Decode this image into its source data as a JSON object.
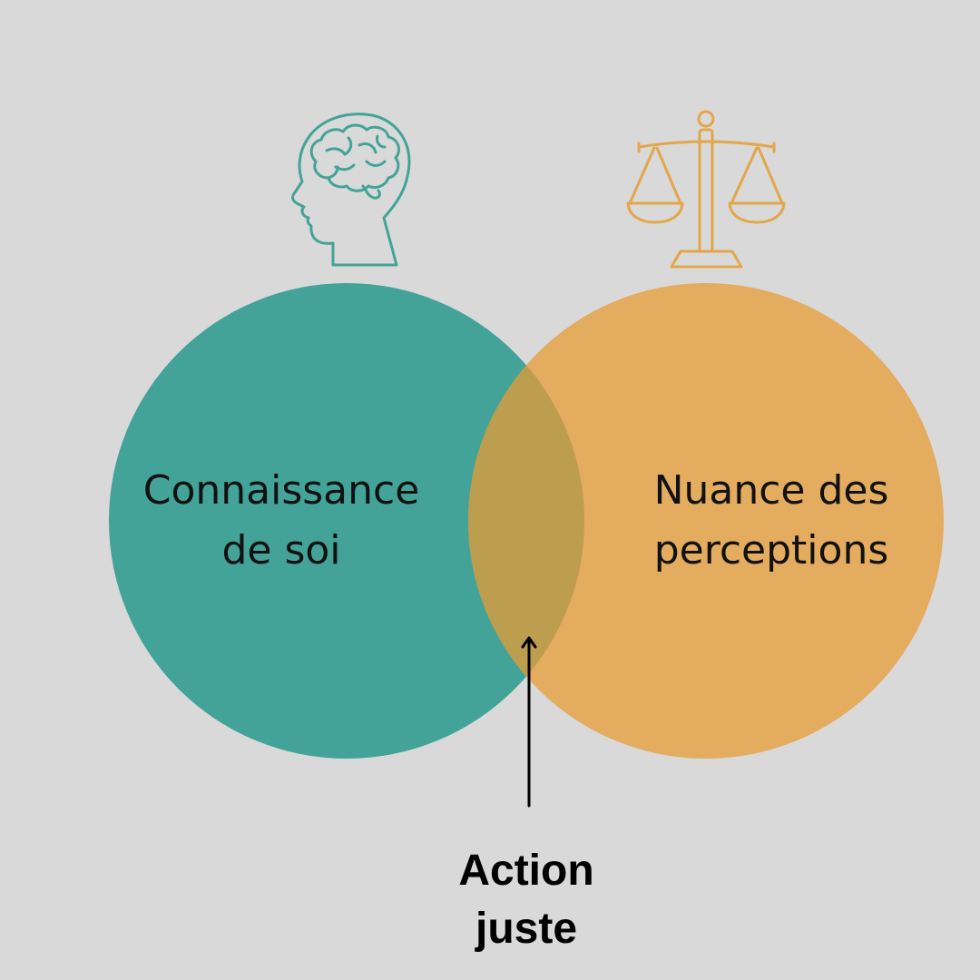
{
  "diagram": {
    "sets": [
      {
        "id": "left",
        "label_lines": [
          "Connaissance",
          "de soi"
        ],
        "icon": "brain-head-icon",
        "color": "#43a398",
        "icon_color": "#43a398"
      },
      {
        "id": "right",
        "label_lines": [
          "Nuance des",
          "perceptions"
        ],
        "icon": "scales-icon",
        "color": "#e3ac5e",
        "icon_color": "#e3a64a"
      }
    ],
    "intersection": {
      "label_lines": [
        "Action",
        "juste"
      ],
      "color": "#bd9d4e"
    },
    "background": "#d9d9d9",
    "arrow_color": "#000000"
  }
}
